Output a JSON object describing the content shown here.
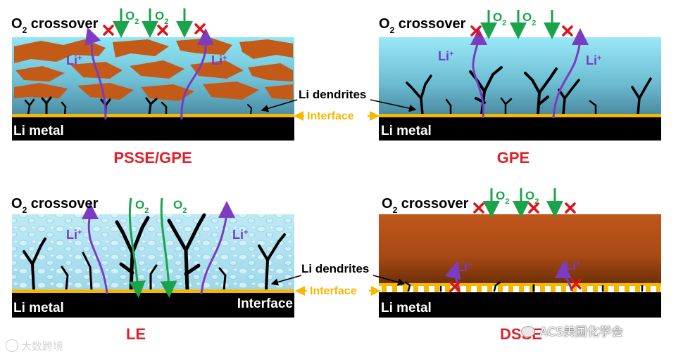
{
  "panels": {
    "p1": {
      "crossover_label": "O",
      "crossover_sub": "2",
      "crossover_rest": " crossover",
      "o2_a": "O",
      "o2_a_sub": "2",
      "o2_b": "O",
      "o2_b_sub": "2",
      "li_left": "Li",
      "li_right": "Li",
      "li_sup": "+",
      "metal": "Li metal",
      "caption": "PSSE/GPE"
    },
    "p2": {
      "crossover_label": "O",
      "crossover_sub": "2",
      "crossover_rest": " crossover",
      "o2_a": "O",
      "o2_a_sub": "2",
      "o2_b": "O",
      "o2_b_sub": "2",
      "li_left": "Li",
      "li_right": "Li",
      "li_sup": "+",
      "metal": "Li metal",
      "caption": "GPE"
    },
    "p3": {
      "crossover_label": "O",
      "crossover_sub": "2",
      "crossover_rest": " crossover",
      "o2_a": "O",
      "o2_a_sub": "2",
      "o2_b": "O",
      "o2_b_sub": "2",
      "li_left": "Li",
      "li_right": "Li",
      "li_sup": "+",
      "metal": "Li metal",
      "interface": "Interface",
      "caption": "LE"
    },
    "p4": {
      "crossover_label": "O",
      "crossover_sub": "2",
      "crossover_rest": " crossover",
      "o2_a": "O",
      "o2_a_sub": "2",
      "o2_b": "O",
      "o2_b_sub": "2",
      "li_left": "Li",
      "li_right": "Li",
      "li_sup": "+",
      "metal": "Li metal",
      "caption": "DSSE"
    }
  },
  "callouts": {
    "dendrites_top": "Li dendrites",
    "interface_top": "Interface",
    "dendrites_bottom": "Li dendrites",
    "interface_bottom": "Interface"
  },
  "watermark": {
    "left": "大数跨境",
    "right": "ACS美国化学会"
  },
  "colors": {
    "caption_red": "#e0202a",
    "o2_green": "#1aa34a",
    "li_purple": "#7a3cc0",
    "cross_red": "#e0101a",
    "interface_yellow": "#f5b800",
    "metal_black": "#000000"
  }
}
